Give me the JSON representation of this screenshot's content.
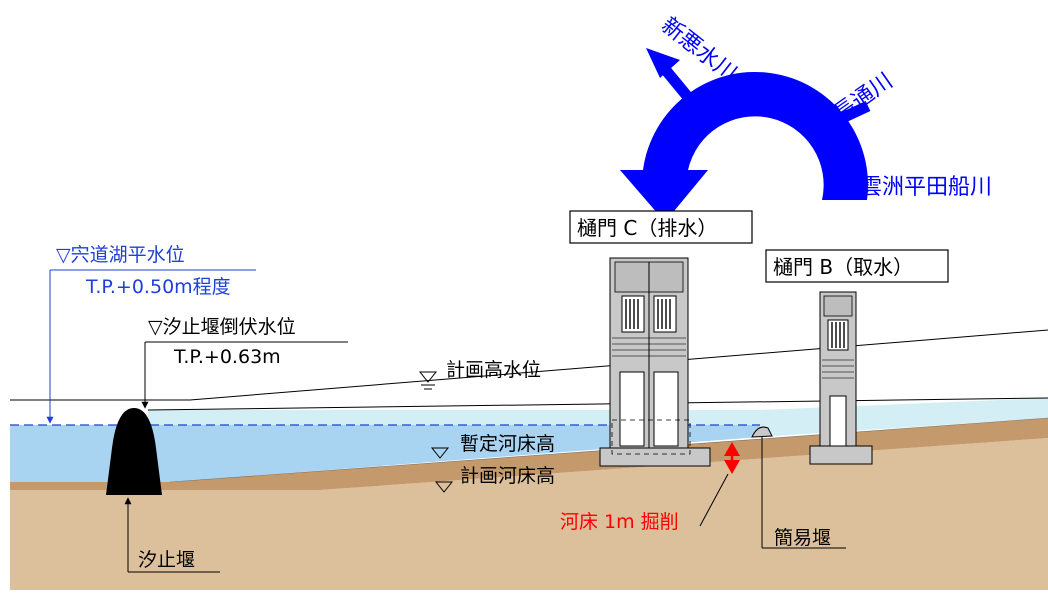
{
  "flow": {
    "shinakemizu": "新悪水川",
    "nagatori": "長通川",
    "unshu": "雲洲平田船川"
  },
  "gates": {
    "gate_c": "樋門 C（排水）",
    "gate_b": "樋門 B（取水）"
  },
  "levels": {
    "lake_level_title": "▽宍道湖平水位",
    "lake_level_value": "T.P.+0.50m程度",
    "weir_fall_title": "▽汐止堰倒伏水位",
    "weir_fall_value": "T.P.+0.63m",
    "planned_high_water": "計画高水位",
    "provisional_bed": "暫定河床高",
    "planned_bed": "計画河床高"
  },
  "annotations": {
    "excavation": "河床 1m 掘削",
    "simple_weir": "簡易堰",
    "tide_weir": "汐止堰"
  },
  "colors": {
    "flow_arrow": "#0000ff",
    "water": "#a8d4f2",
    "water_light": "#d4eef5",
    "ground_dark": "#c49a6c",
    "ground_light": "#dcbf9b",
    "concrete": "#c8c8c8",
    "lake_text": "#1f3fd6",
    "excavation_text": "#ff0000"
  }
}
